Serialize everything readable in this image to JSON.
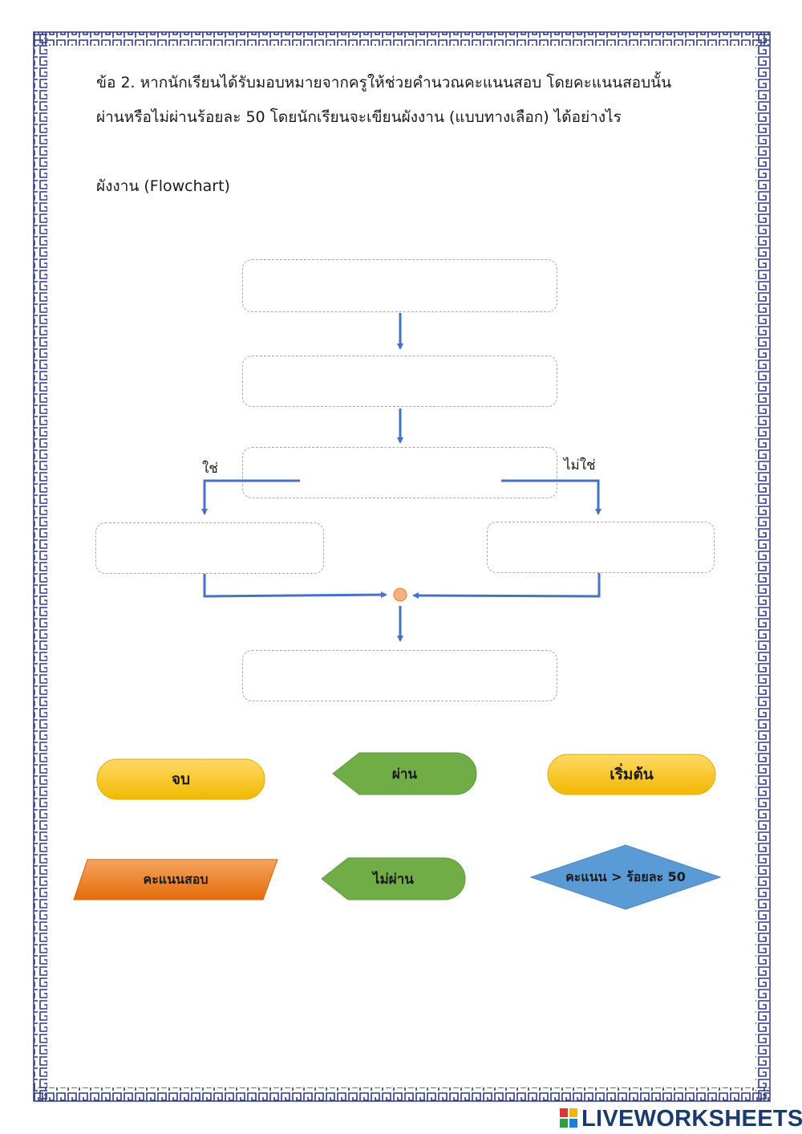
{
  "question": {
    "line1": "ข้อ 2. หากนักเรียนได้รับมอบหมายจากครูให้ช่วยคำนวณคะแนนสอบ โดยคะแนนสอบนั้น",
    "line2": "ผ่านหรือไม่ผ่านร้อยละ 50  โดยนักเรียนจะเขียนผังงาน (แบบทางเลือก) ได้อย่างไร"
  },
  "flowchart_title": "ผังงาน (Flowchart)",
  "branch_labels": {
    "yes": "ใช่",
    "no": "ไม่ใช่"
  },
  "cards": {
    "end": "จบ",
    "pass": "ผ่าน",
    "start": "เริ่มต้น",
    "score": "คะแนนสอบ",
    "fail": "ไม่ผ่าน",
    "condition": "คะแนน > ร้อยละ 50"
  },
  "colors": {
    "border": "#2e3a8c",
    "arrow": "#4472c4",
    "terminal": "#ffc000",
    "display": "#70ad47",
    "io": "#ed7d31",
    "decision": "#5b9bd5",
    "connector": "#f4b183"
  },
  "watermark": "LIVEWORKSHEETS"
}
